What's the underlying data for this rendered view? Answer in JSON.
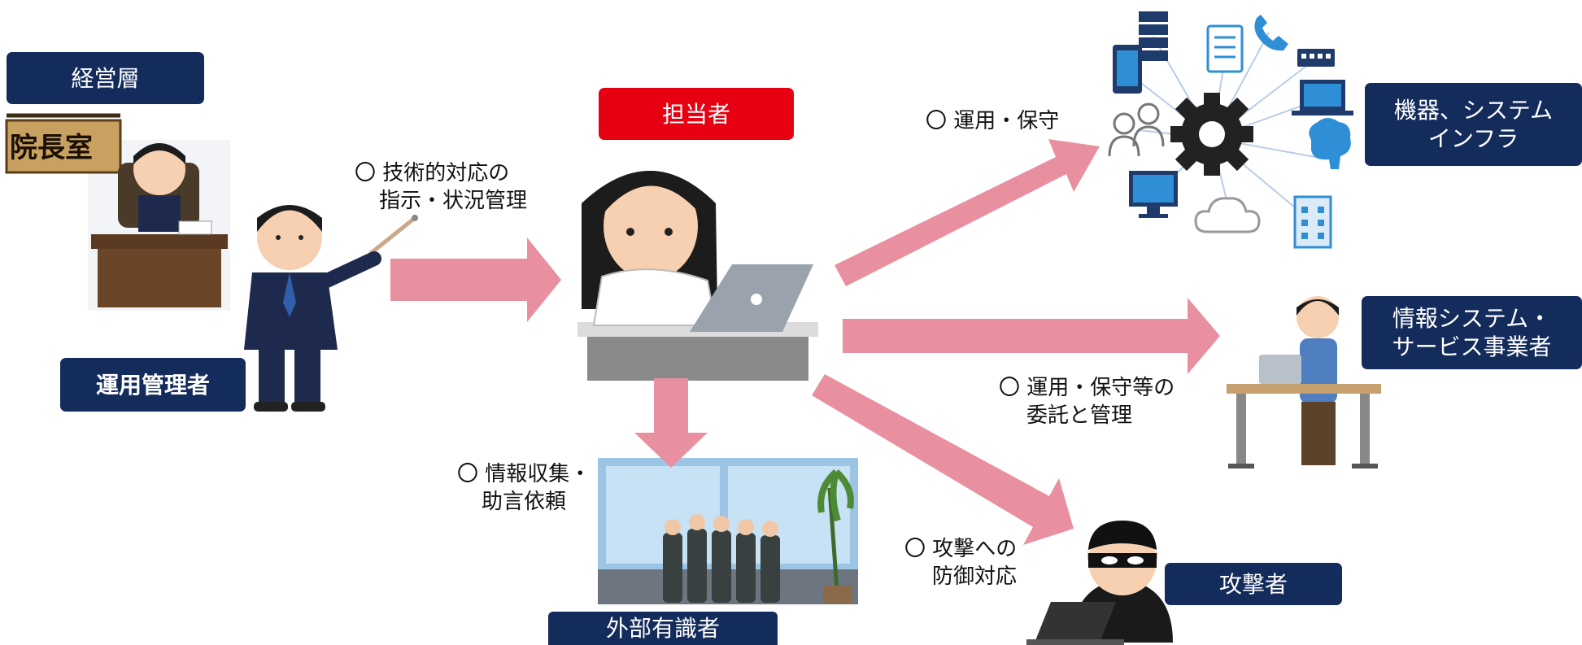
{
  "colors": {
    "navy": "#142c5c",
    "red": "#e60012",
    "arrow": "#e8909f",
    "icon": "#1f3b6b",
    "icon_light": "#2e8fd6",
    "line": "#b9cde6"
  },
  "roles": {
    "management": "経営層",
    "operations_manager": "運用管理者",
    "person_in_charge": "担当者",
    "equipment": {
      "line1": "機器、システム",
      "line2": "インフラ"
    },
    "it_vendor": {
      "line1": "情報システム・",
      "line2": "サービス事業者"
    },
    "experts": "外部有識者",
    "attacker": "攻撃者"
  },
  "signs": {
    "director_room": "院長室"
  },
  "flows": {
    "instruction": {
      "line1": "〇 技術的対応の",
      "line2": "指示・状況管理"
    },
    "operation": "〇 運用・保守",
    "outsourcing": {
      "line1": "〇 運用・保守等の",
      "line2": "委託と管理"
    },
    "advice": {
      "line1": "〇 情報収集・",
      "line2": "助言依頼"
    },
    "defense": {
      "line1": "〇 攻撃への",
      "line2": "防御対応"
    }
  },
  "icons": [
    "server-icon",
    "document-icon",
    "phone-icon",
    "network-switch-icon",
    "tablet-icon",
    "users-icon",
    "gear-icon",
    "laptop-icon",
    "brain-icon",
    "monitor-icon",
    "cloud-icon",
    "building-icon"
  ]
}
